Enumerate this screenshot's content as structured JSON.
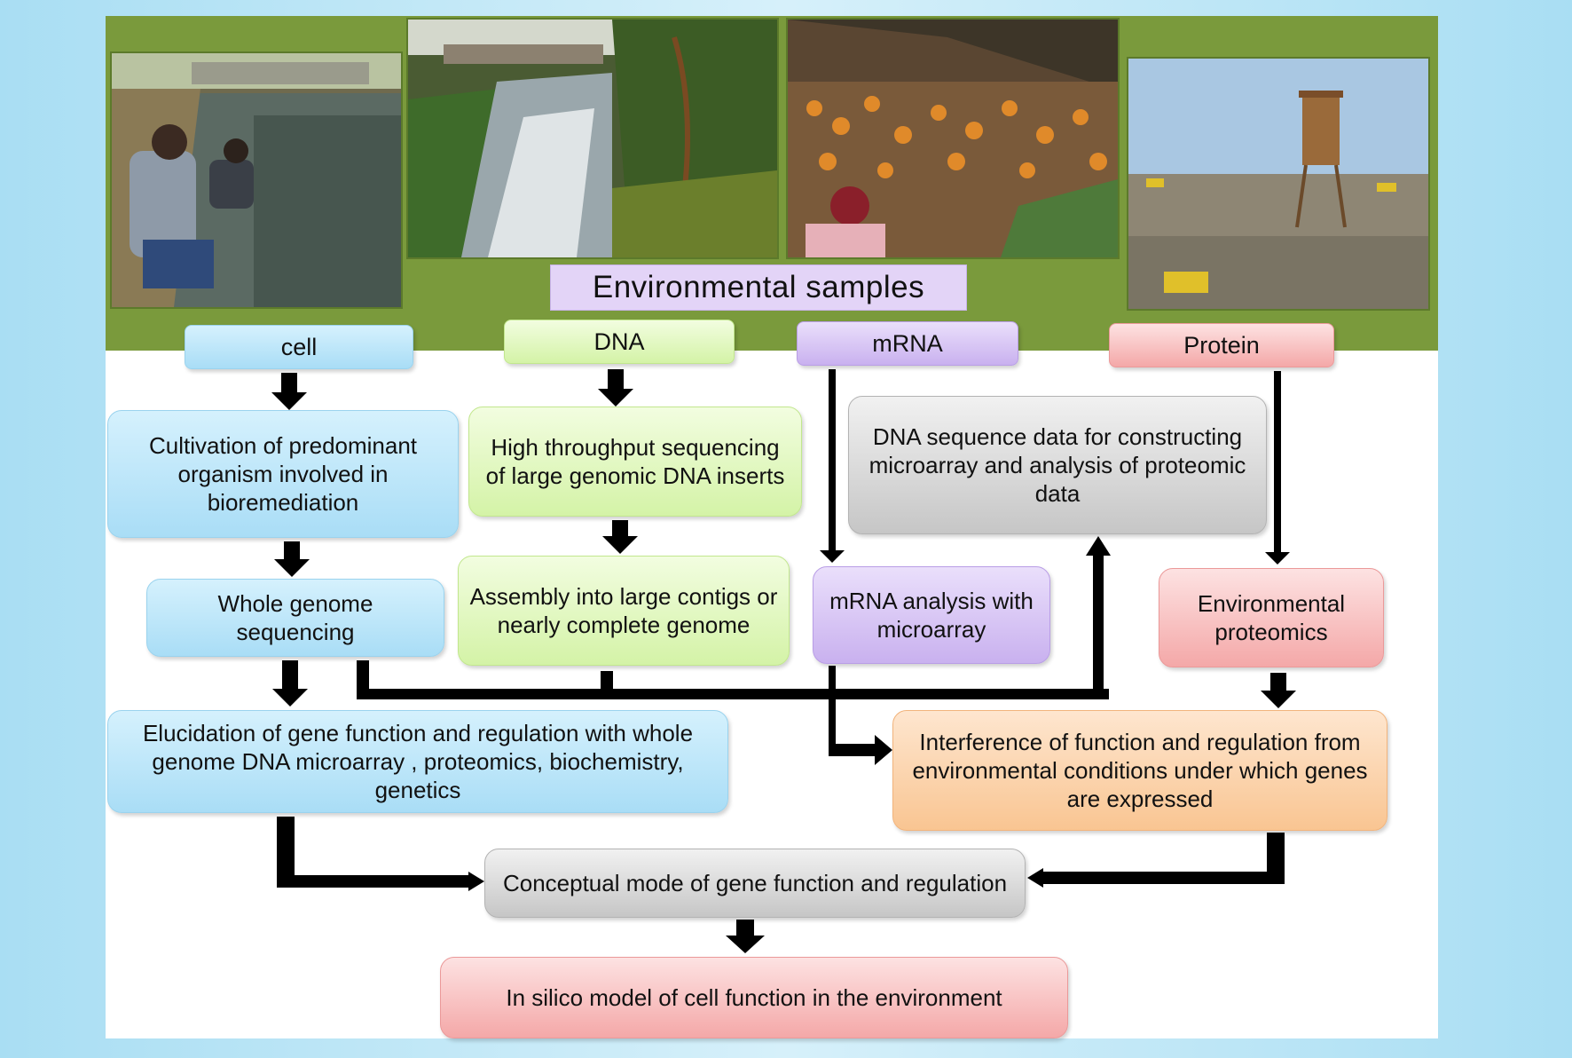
{
  "banner": {
    "title": "Environmental samples"
  },
  "categories": {
    "cell": "cell",
    "dna": "DNA",
    "mrna": "mRNA",
    "protein": "Protein"
  },
  "steps": {
    "cultivation": "Cultivation of predominant organism involved in bioremediation",
    "whole_genome": "Whole genome sequencing",
    "high_throughput": "High throughput sequencing of large genomic DNA inserts",
    "assembly": "Assembly into large contigs or nearly complete genome",
    "dna_sequence_data": "DNA sequence data for constructing microarray and analysis of proteomic data",
    "mrna_analysis": "mRNA analysis with microarray",
    "env_proteomics": "Environmental proteomics",
    "elucidation": "Elucidation of gene function and regulation with whole genome DNA microarray , proteomics, biochemistry, genetics",
    "interference": "Interference of function and regulation from environmental conditions under which genes are expressed",
    "conceptual": "Conceptual mode of gene function and regulation",
    "in_silico": "In silico model  of cell function in the environment"
  },
  "colors": {
    "banner": "#7a9a3c",
    "cell": "#a9ddf6",
    "dna": "#d4f3a7",
    "mrna": "#c9b1ef",
    "protein": "#f4a8a8",
    "gray": "#c6c6c6",
    "orange": "#f9c592"
  }
}
